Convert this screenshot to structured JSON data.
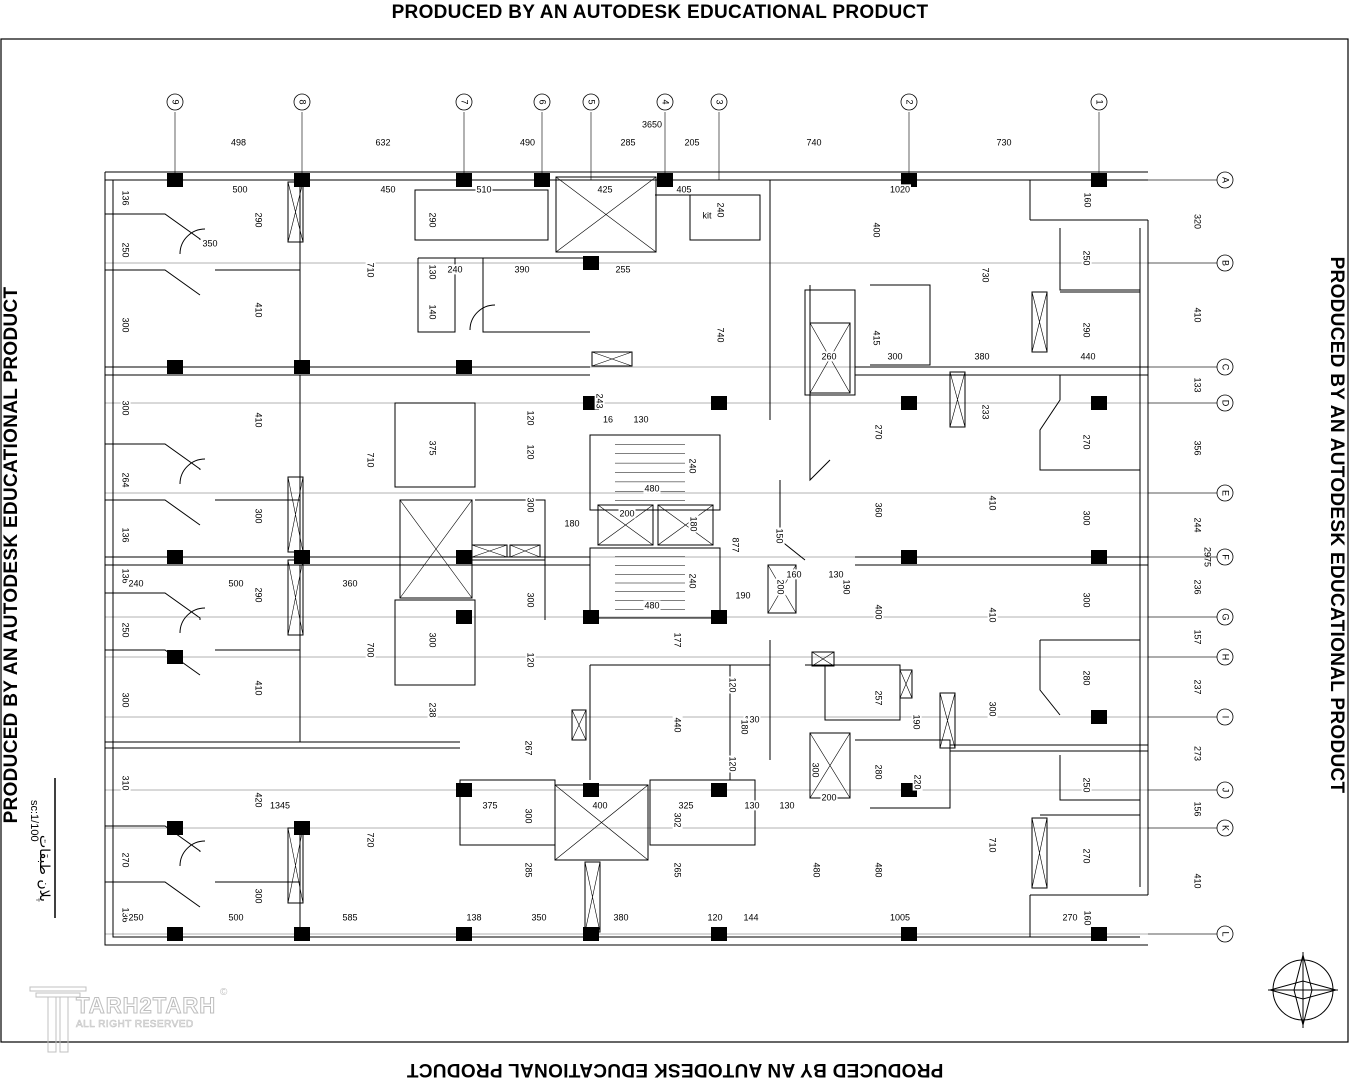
{
  "watermark": {
    "top": "PRODUCED BY AN AUTODESK EDUCATIONAL PRODUCT",
    "bottom": "PRODUCED BY AN AUTODESK EDUCATIONAL PRODUCT",
    "left": "PRODUCED BY AN AUTODESK EDUCATIONAL PRODUCT",
    "right": "PRODUCED BY AN AUTODESK EDUCATIONAL PRODUCT"
  },
  "title_block": {
    "scale": "sc:1/100",
    "title": "پلان طبقات"
  },
  "logo": {
    "name": "TARH2TARH",
    "subtitle": "ALL RIGHT RESERVED",
    "copyright": "©"
  },
  "grid": {
    "columns": [
      "9",
      "8",
      "7",
      "6",
      "5",
      "4",
      "3",
      "2",
      "1"
    ],
    "rows": [
      "A",
      "B",
      "C",
      "D",
      "E",
      "F",
      "G",
      "H",
      "I",
      "J",
      "K",
      "L"
    ]
  },
  "dimensions": {
    "overall_top": "3650",
    "top_spans": [
      "498",
      "632",
      "490",
      "285",
      "205",
      "740",
      "730"
    ],
    "right_spans": [
      "320",
      "410",
      "133",
      "356",
      "244",
      "236",
      "157",
      "237",
      "273",
      "156",
      "410"
    ],
    "right_overall": "2975",
    "room": [
      "500",
      "450",
      "510",
      "425",
      "405",
      "1020",
      "160",
      "136",
      "250",
      "300",
      "300",
      "264",
      "136",
      "136",
      "250",
      "300",
      "310",
      "270",
      "136",
      "350",
      "240",
      "500",
      "360",
      "500",
      "250",
      "585",
      "1345",
      "138",
      "350",
      "380",
      "120",
      "144",
      "1005",
      "270",
      "160",
      "290",
      "410",
      "410",
      "300",
      "290",
      "410",
      "420",
      "300",
      "710",
      "710",
      "700",
      "720",
      "240",
      "390",
      "255",
      "290",
      "130",
      "140",
      "740",
      "240",
      "kit",
      "375",
      "300",
      "238",
      "120",
      "120",
      "300",
      "300",
      "120",
      "180",
      "480",
      "200",
      "180",
      "240",
      "240",
      "480",
      "190",
      "877",
      "177",
      "440",
      "120",
      "130",
      "180",
      "267",
      "375",
      "300",
      "400",
      "325",
      "130",
      "130",
      "302",
      "285",
      "265",
      "480",
      "480",
      "120",
      "400",
      "730",
      "250",
      "290",
      "415",
      "260",
      "300",
      "380",
      "440",
      "270",
      "233",
      "270",
      "410",
      "360",
      "300",
      "160",
      "130",
      "190",
      "200",
      "400",
      "410",
      "300",
      "280",
      "257",
      "190",
      "300",
      "300",
      "200",
      "280",
      "220",
      "250",
      "710",
      "270",
      "150",
      "16",
      "130",
      "243"
    ]
  },
  "colors": {
    "line": "#000000",
    "grid": "#333333",
    "logo": "#c0c0c0"
  }
}
